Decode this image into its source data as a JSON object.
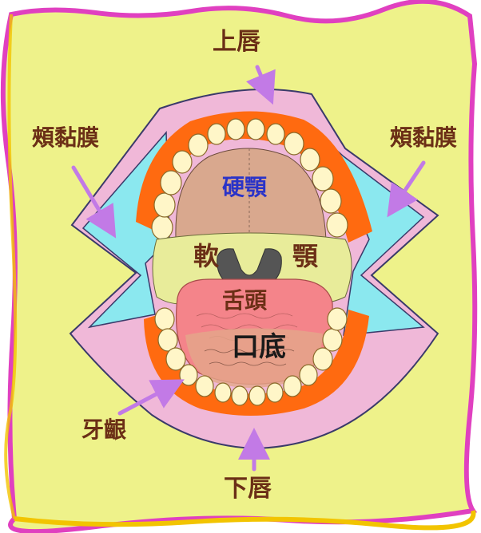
{
  "labels": {
    "upper_lip": "上唇",
    "cheek_left": "頰黏膜",
    "cheek_right": "頰黏膜",
    "hard_palate": "硬顎",
    "soft_palate_left": "軟",
    "soft_palate_right": "顎",
    "tongue": "舌頭",
    "mouth_floor": "口底",
    "gums": "牙齦",
    "lower_lip": "下唇"
  },
  "colors": {
    "background": "#eef28a",
    "frame_border": "#e040c0",
    "frame_border_bottom": "#f2c400",
    "cheek_mucosa": "#8be8ef",
    "lip": "#f0b8d8",
    "gum": "#ff6a10",
    "teeth": "#fff6c8",
    "hard_palate": "#d9a88e",
    "soft_palate": "#e8ec9a",
    "tongue": "#f4848a",
    "throat": "#555555",
    "arrow": "#c27ae6",
    "text": "#6b2f16",
    "hard_palate_text": "#2a33c8"
  }
}
